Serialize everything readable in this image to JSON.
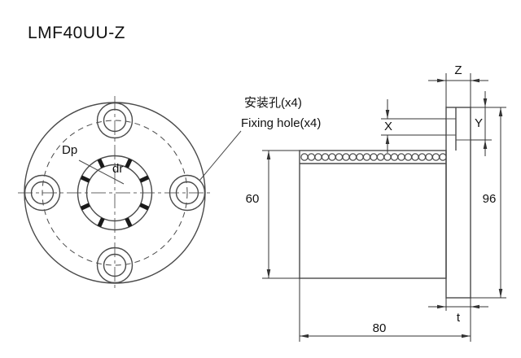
{
  "title": "LMF40UU-Z",
  "front_view": {
    "bolt_circle_label": "Dp",
    "bore_label": "dr"
  },
  "annotation": {
    "line1": "安装孔(x4)",
    "line2": "Fixing hole(x4)"
  },
  "side_view": {
    "body_od": "60",
    "flange_od": "96",
    "length": "80",
    "flange_thickness": "t",
    "dim_x": "X",
    "dim_y": "Y",
    "dim_z": "Z"
  },
  "colors": {
    "line": "#4a4a4a",
    "dimension": "#333333",
    "text": "#111111",
    "background": "#ffffff"
  }
}
